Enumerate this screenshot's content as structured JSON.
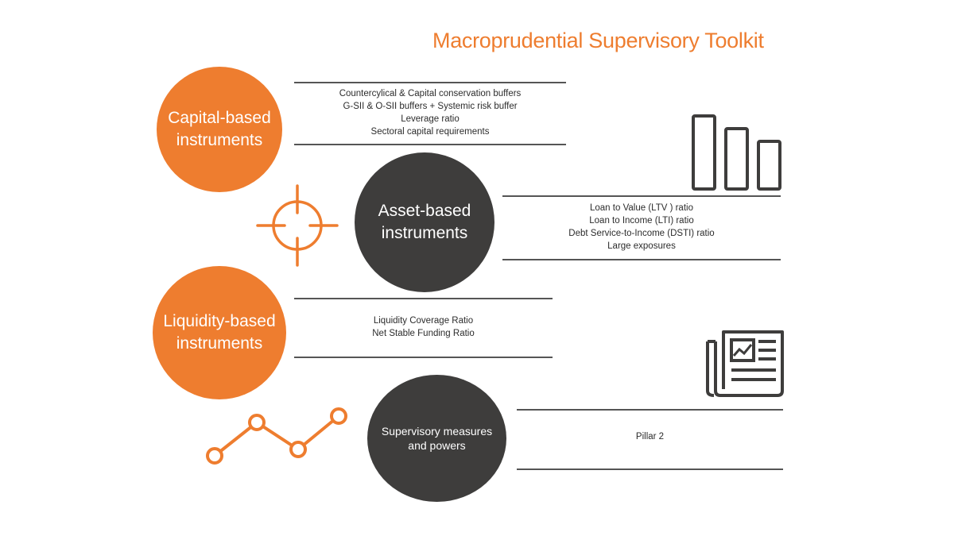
{
  "title": "Macroprudential Supervisory Toolkit",
  "colors": {
    "accent": "#ee7d2f",
    "dark": "#3e3d3c",
    "rule": "#555555",
    "icon": "#3e3d3c"
  },
  "groups": [
    {
      "label": "Capital-based\ninstruments",
      "items": [
        "Countercylical & Capital conservation buffers",
        "G-SII & O-SII buffers + Systemic risk buffer",
        "Leverage ratio",
        "Sectoral capital requirements"
      ]
    },
    {
      "label": "Asset-based\ninstruments",
      "items": [
        "Loan to Value (LTV ) ratio",
        "Loan to Income (LTI) ratio",
        "Debt Service-to-Income (DSTI) ratio",
        "Large exposures"
      ]
    },
    {
      "label": "Liquidity-based\ninstruments",
      "items": [
        "Liquidity Coverage Ratio",
        "Net Stable Funding Ratio"
      ]
    },
    {
      "label": "Supervisory measures\nand powers",
      "items": [
        "Pillar 2"
      ]
    }
  ],
  "icons": [
    "target-icon",
    "bar-chart-icon",
    "newspaper-icon",
    "line-chart-icon"
  ]
}
